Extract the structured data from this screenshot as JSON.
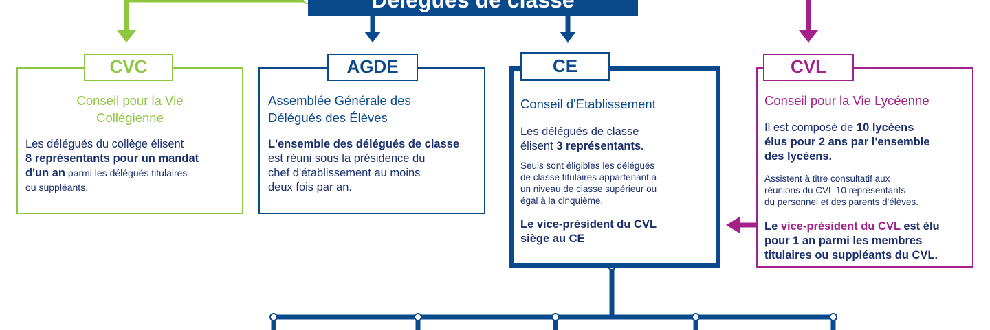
{
  "title": "Délégués de classe",
  "colors": {
    "green": "#8dc63f",
    "blue": "#0a4a8c",
    "purple": "#a4218a",
    "text": "#1b2f6e"
  },
  "cvc": {
    "tag": "CVC",
    "name_l1": "Conseil pour la Vie",
    "name_l2": "Collégienne",
    "l1": "Les délégués du collège élisent",
    "l2": "8 représentants pour un mandat",
    "l3b": "d'un an",
    "l3": " parmi les délégués titulaires",
    "l4": "ou suppléants."
  },
  "agde": {
    "tag": "AGDE",
    "name_l1": "Assemblée Générale des",
    "name_l2": "Délégués des Élèves",
    "l1": "L'ensemble des délégués de classe",
    "l2": "est réuni sous la présidence du",
    "l3": "chef d'établissement au moins",
    "l4": "deux fois par an."
  },
  "ce": {
    "tag": "CE",
    "name": "Conseil d'Etablissement",
    "l1": "Les délégués de classe",
    "l2a": "élisent ",
    "l2b": "3 représentants.",
    "s1": "Seuls sont éligibles les délégués",
    "s2": "de classe titulaires appartenant à",
    "s3": "un niveau de classe supérieur ou",
    "s4": "égal à la cinquième.",
    "b1": "Le vice-président du CVL",
    "b2": "siège au CE"
  },
  "cvl": {
    "tag": "CVL",
    "name": "Conseil pour la Vie Lycéenne",
    "l1a": "Il est composé de ",
    "l1b": "10 lycéens",
    "l2": "élus pour 2 ans par l'ensemble",
    "l3": "des lycéens.",
    "s1": "Assistent à titre consultatif aux",
    "s2": "réunions du CVL 10 représentants",
    "s3": "du personnel et des parents d'élèves.",
    "b1a": "Le ",
    "b1b": "vice-président du CVL",
    "b1c": " est élu",
    "b2": "pour 1 an parmi les membres",
    "b3": "titulaires ou suppléants du CVL."
  }
}
